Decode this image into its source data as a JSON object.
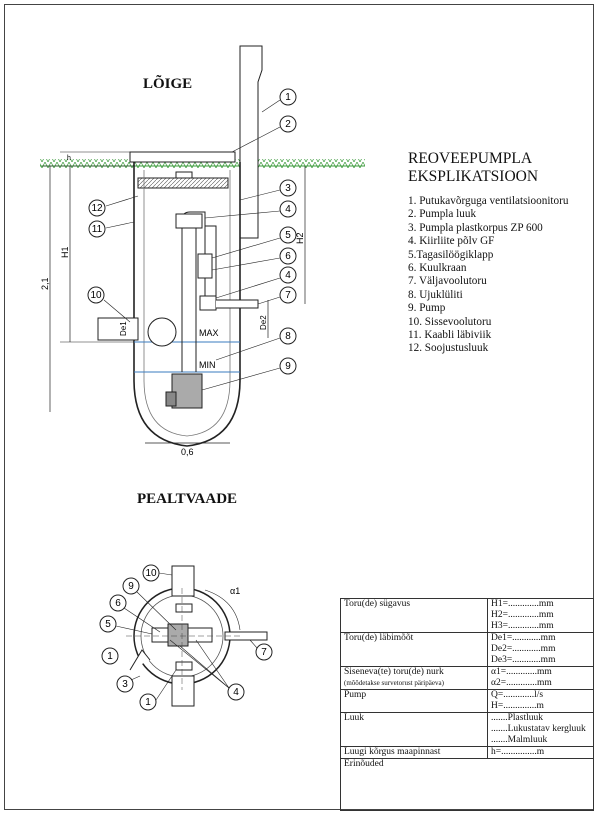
{
  "titles": {
    "section": "LÕIGE",
    "plan": "PEALTVAADE",
    "legend_line1": "REOVEEPUMPLA",
    "legend_line2": "EKSPLIKATSIOON"
  },
  "legend_items": [
    "1. Putukavõrguga ventilatsioonitoru",
    "2. Pumpla luuk",
    "3. Pumpla plastkorpus ZP 600",
    "4. Kiirliite põlv GF",
    "5.Tagasilöögiklapp",
    "6. Kuulkraan",
    "7. Väljavoolutoru",
    "8. Ujuklüliti",
    "9. Pump",
    "10. Sissevoolutoru",
    "11. Kaabli läbiviik",
    "12. Soojustusluuk"
  ],
  "section_labels": {
    "max": "MAX",
    "min": "MIN",
    "h": "h",
    "h1": "H1",
    "h2": "H2",
    "total": "2,1",
    "de1": "De1",
    "de2": "De2",
    "width": "0,6"
  },
  "section_callouts": [
    "1",
    "2",
    "3",
    "4",
    "5",
    "6",
    "4",
    "7",
    "8",
    "9",
    "10",
    "11",
    "12"
  ],
  "plan_callouts": [
    "10",
    "9",
    "6",
    "5",
    "1",
    "3",
    "1",
    "4",
    "7"
  ],
  "plan_labels": {
    "alpha": "α1"
  },
  "info_table": {
    "rows": [
      {
        "label": "Toru(de) sügavus",
        "sub": "",
        "values": [
          "H1=.............mm",
          "H2=.............mm",
          "H3=.............mm"
        ]
      },
      {
        "label": "Toru(de) läbimõõt",
        "sub": "",
        "values": [
          "De1=............mm",
          "De2=............mm",
          "De3=............mm"
        ]
      },
      {
        "label": "Siseneva(te) toru(de) nurk",
        "sub": "(mõõdetakse survetorust päripäeva)",
        "values": [
          "α1=.............mm",
          "α2=.............mm"
        ]
      },
      {
        "label": "Pump",
        "sub": "",
        "values": [
          "Q=.............l/s",
          "H=..............m"
        ]
      },
      {
        "label": "Luuk",
        "sub": "",
        "values": [
          ".......Plastluuk",
          ".......Lukustatav kergluuk",
          ".......Malmluuk"
        ]
      },
      {
        "label": "Luugi kõrgus maapinnast",
        "sub": "",
        "values": [
          "h=...............m"
        ]
      },
      {
        "label": "Erinõuded",
        "sub": "",
        "values": []
      }
    ]
  }
}
